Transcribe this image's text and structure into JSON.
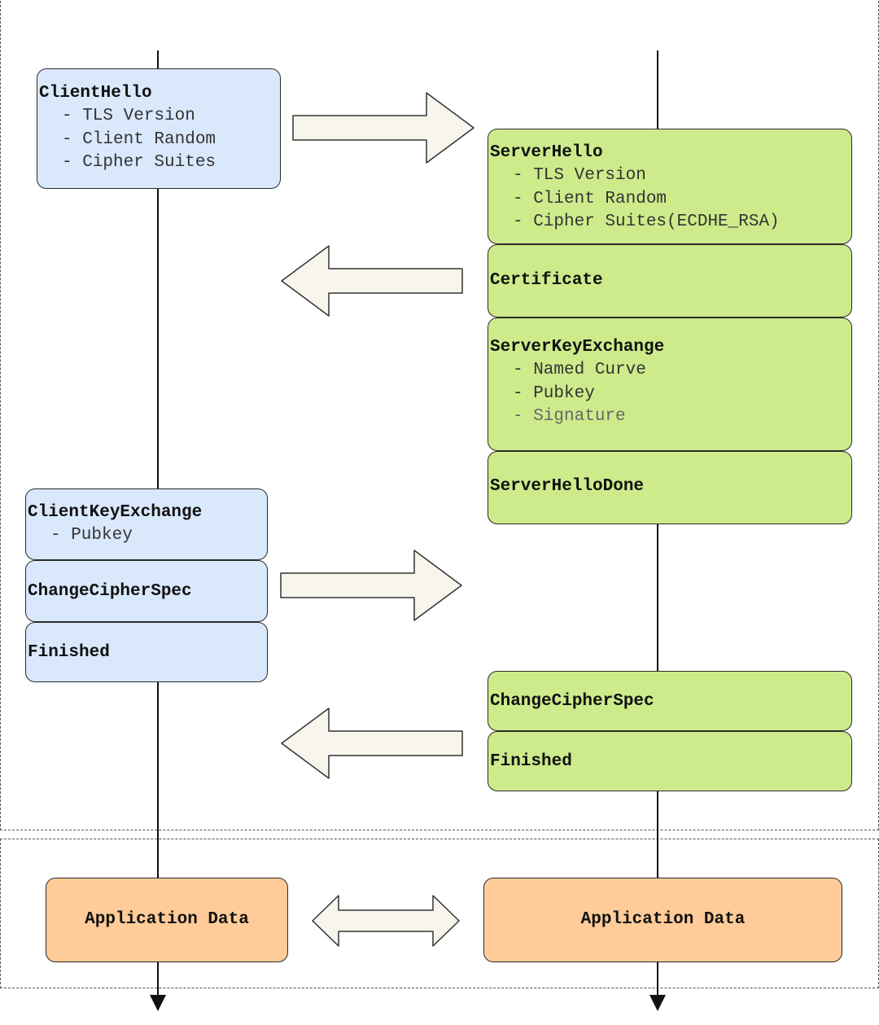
{
  "client": {
    "hello": {
      "title": "ClientHello",
      "items": [
        "- TLS Version",
        "- Client Random",
        "- Cipher Suites"
      ]
    },
    "key_exchange": {
      "title": "ClientKeyExchange",
      "items": [
        "- Pubkey"
      ]
    },
    "change_cipher_spec": "ChangeCipherSpec",
    "finished": "Finished",
    "app_data": "Application Data"
  },
  "server": {
    "hello": {
      "title": "ServerHello",
      "items": [
        "- TLS Version",
        "- Client Random",
        "- Cipher Suites(ECDHE_RSA)"
      ]
    },
    "certificate": "Certificate",
    "key_exchange": {
      "title": "ServerKeyExchange",
      "items": [
        "- Named Curve",
        "- Pubkey",
        "- Signature"
      ]
    },
    "hello_done": "ServerHelloDone",
    "change_cipher_spec": "ChangeCipherSpec",
    "finished": "Finished",
    "app_data": "Application Data"
  },
  "colors": {
    "client_box": "#dae8fc",
    "server_box": "#cdeb8b",
    "app_box": "#ffcc99",
    "arrow_fill": "#f7f5ec"
  }
}
